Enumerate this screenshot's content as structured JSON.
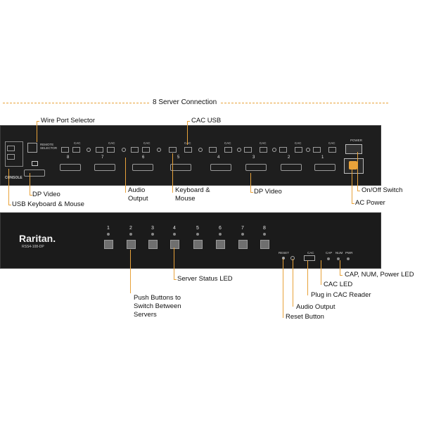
{
  "diagram": {
    "top_label": "8 Server Connection",
    "accent_color": "#e8a23a",
    "labels": {
      "wire_port_selector": "Wire Port Selector",
      "cac_usb_top": "CAC USB",
      "dp_video_left": "DP Video",
      "usb_kbd_mouse": "USB Keyboard & Mouse",
      "audio_output_rear": "Audio\nOutput",
      "kbd_mouse_rear": "Keyboard &\nMouse",
      "dp_video_right": "DP Video",
      "onoff_switch": "On/Off Switch",
      "ac_power": "AC Power",
      "server_status_led": "Server Status LED",
      "push_buttons": "Push Buttons to\nSwitch Between\nServers",
      "cap_num_power_led": "CAP, NUM, Power LED",
      "cac_led": "CAC LED",
      "plug_cac_reader": "Plug in CAC Reader",
      "audio_output_front": "Audio Output",
      "reset_button": "Reset Button"
    },
    "rear_panel": {
      "console_label": "CONSOLE",
      "remote_selector_label": "REMOTE\nSELECTOR",
      "power_label": "POWER",
      "slot_numbers": [
        "8",
        "7",
        "6",
        "5",
        "4",
        "3",
        "2",
        "1"
      ],
      "cac_text": "CAC"
    },
    "front_panel": {
      "brand": "Raritan.",
      "model": "RSS4-108-DP",
      "button_numbers": [
        "1",
        "2",
        "3",
        "4",
        "5",
        "6",
        "7",
        "8"
      ],
      "reset_text": "RESET",
      "cac_text": "CAC",
      "cap_text": "CAP",
      "num_text": "NUM",
      "pwr_text": "PWR"
    }
  }
}
